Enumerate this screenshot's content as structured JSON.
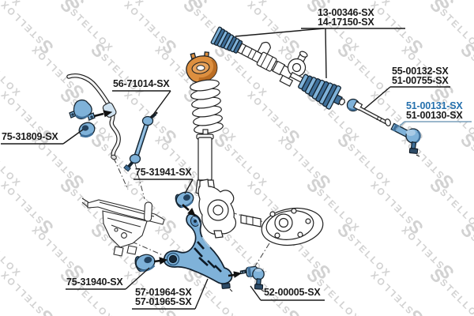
{
  "diagram": {
    "watermark_text": "STELLOX",
    "colors": {
      "part_highlight": "#7fb2d9",
      "part_highlight_dark": "#3f6f99",
      "accent_orange": "#dd8f3f",
      "label_text": "#1a1a1a",
      "label_link": "#2570ad",
      "label_link_leader": "#7aa0bc",
      "watermark": "#d2d2d2"
    },
    "labels": {
      "steering_rack": {
        "line1": "13-00346-SX",
        "line2": "14-17150-SX"
      },
      "inner_tie_rod": {
        "line1": "55-00132-SX",
        "line2": "51-00755-SX"
      },
      "tie_rod_end": {
        "line1": "51-00131-SX",
        "line2": "51-00130-SX"
      },
      "stabilizer_link": {
        "line1": "56-71014-SX"
      },
      "stabilizer_bushing": {
        "line1": "75-31809-SX"
      },
      "knuckle_bushing": {
        "line1": "75-31941-SX"
      },
      "subframe_bushing": {
        "line1": "75-31940-SX"
      },
      "control_arm": {
        "line1": "57-01964-SX",
        "line2": "57-01965-SX"
      },
      "ball_joint": {
        "line1": "52-00005-SX"
      }
    }
  }
}
